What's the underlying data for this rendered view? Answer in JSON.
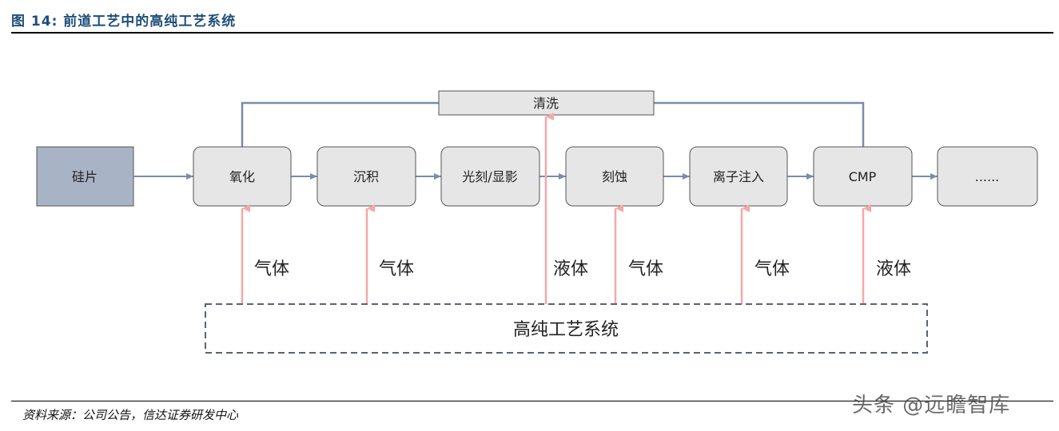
{
  "figure": {
    "title": "图 14: 前道工艺中的高纯工艺系统",
    "source": "资料来源：公司公告，信达证券研发中心",
    "watermark": "头条 @远瞻智库"
  },
  "diagram": {
    "start": "硅片",
    "steps": [
      "氧化",
      "沉积",
      "光刻/显影",
      "刻蚀",
      "离子注入",
      "CMP",
      "......"
    ],
    "cleaning": "清洗",
    "system": "高纯工艺系统",
    "supplies": [
      "气体",
      "气体",
      "液体",
      "气体",
      "气体",
      "液体"
    ]
  },
  "colors": {
    "title": "#1f4e79",
    "start_box": "#a9b3c6",
    "step_box": "#e6e6e6",
    "flow_line": "#7a8da6",
    "supply_arrow": "#f4a8a8",
    "dashed_border": "#5a6275"
  }
}
